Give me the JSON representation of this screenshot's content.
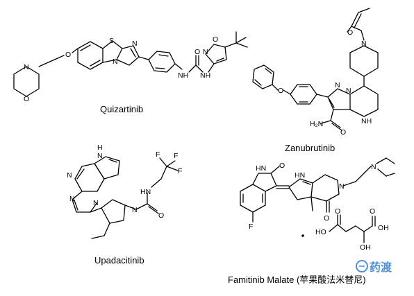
{
  "captions": {
    "quizartinib": "Quizartinib",
    "zanubrutinib": "Zanubrutinib",
    "upadacitinib": "Upadacitinib",
    "famitinib": "Famitinib Malate (苹果酸法米替尼)"
  },
  "atoms": {
    "S": "S",
    "N": "N",
    "O": "O",
    "HN": "HN",
    "NH": "NH",
    "F": "F",
    "H": "H",
    "H2N": "H₂N",
    "OH": "OH",
    "HO": "HO"
  },
  "watermark": {
    "text": "药渡",
    "color": "#4f8fd6",
    "icon": "yaodu-logo-icon"
  },
  "colors": {
    "ink": "#000000",
    "background": "#ffffff"
  }
}
